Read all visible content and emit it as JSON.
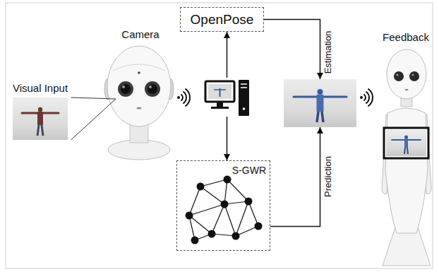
{
  "diagram": {
    "nodes": [
      {
        "text": [
          "Visual Input"
        ]
      },
      {
        "text": [
          "Camera"
        ]
      },
      {
        "text": [
          "OpenPose"
        ]
      },
      {
        "text": []
      },
      {
        "text": [
          "S-GWR"
        ]
      },
      {
        "text": []
      },
      {
        "text": [
          "Feedback"
        ]
      }
    ],
    "edges": [
      {
        "from": 0,
        "to": 1,
        "arrow": "none"
      },
      {
        "from": 3,
        "to": 2,
        "arrow": "to"
      },
      {
        "from": 3,
        "to": 4,
        "arrow": "to"
      },
      {
        "from": 2,
        "to": 5,
        "label": "Estimation",
        "arrow": "to"
      },
      {
        "from": 4,
        "to": 5,
        "label": "Prediction",
        "arrow": "to"
      }
    ]
  }
}
